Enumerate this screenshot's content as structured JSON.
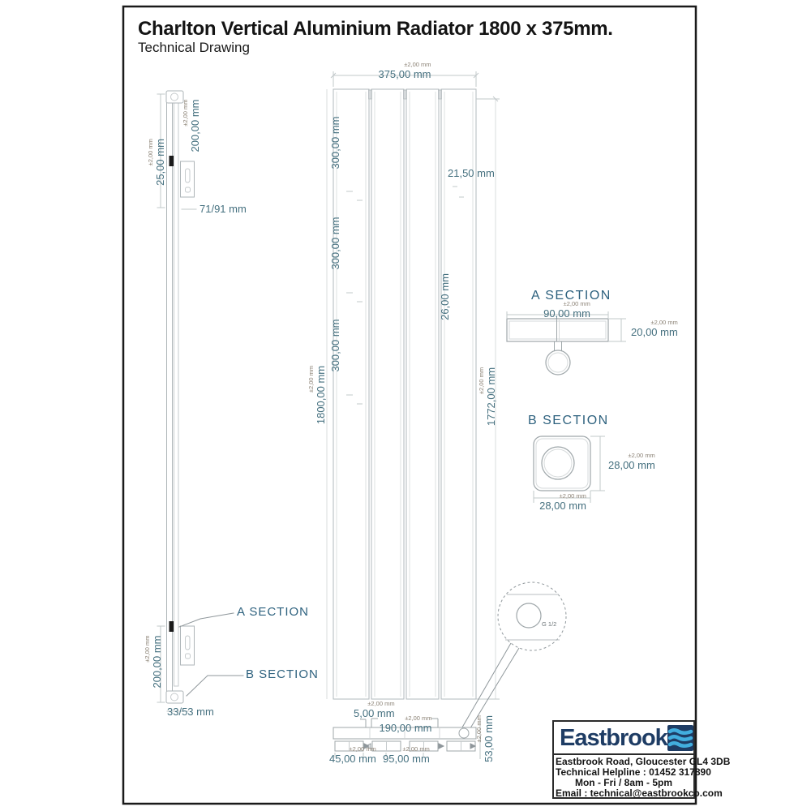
{
  "page": {
    "title": "Charlton Vertical Aluminium Radiator 1800 x 375mm.",
    "subtitle": "Technical Drawing"
  },
  "tolerance": "±2,00 mm",
  "colors": {
    "dimension_text": "#45707f",
    "tolerance_text": "#8b8275",
    "section_label": "#2d617e",
    "line_gray": "#a9b0b3",
    "logo_navy": "#1e3c64",
    "logo_wave_blue": "#42aede"
  },
  "side_view": {
    "top_height": "200,00 mm",
    "depth": "25,00 mm",
    "bracket_range": "71/91 mm",
    "a_section_label": "A SECTION",
    "b_section_label": "B SECTION",
    "bottom_height": "200,00 mm",
    "bottom_range": "33/53 mm"
  },
  "front_view": {
    "width": "375,00 mm",
    "segments": [
      "300,00 mm",
      "300,00 mm",
      "300,00 mm"
    ],
    "height": "1800,00 mm",
    "inner_height": "1772,00 mm",
    "top_gap": "21,50 mm",
    "panel_width": "26,00 mm"
  },
  "a_section": {
    "title": "A SECTION",
    "width": "90,00 mm",
    "height": "20,00 mm"
  },
  "b_section": {
    "title": "B SECTION",
    "width": "28,00 mm",
    "height": "28,00 mm"
  },
  "detail": {
    "thread": "G 1/2"
  },
  "bottom_view": {
    "offset": "5,00 mm",
    "span": "190,00 mm",
    "foot_width": "45,00 mm",
    "foot_spacing": "95,00 mm",
    "depth": "53,00 mm"
  },
  "company": {
    "name": "Eastbrook",
    "address": "Eastbrook Road, Gloucester GL4 3DB",
    "helpline": "Technical Helpline : 01452 317890",
    "hours": "Mon - Fri / 8am - 5pm",
    "email": "Email : technical@eastbrookco.com"
  }
}
